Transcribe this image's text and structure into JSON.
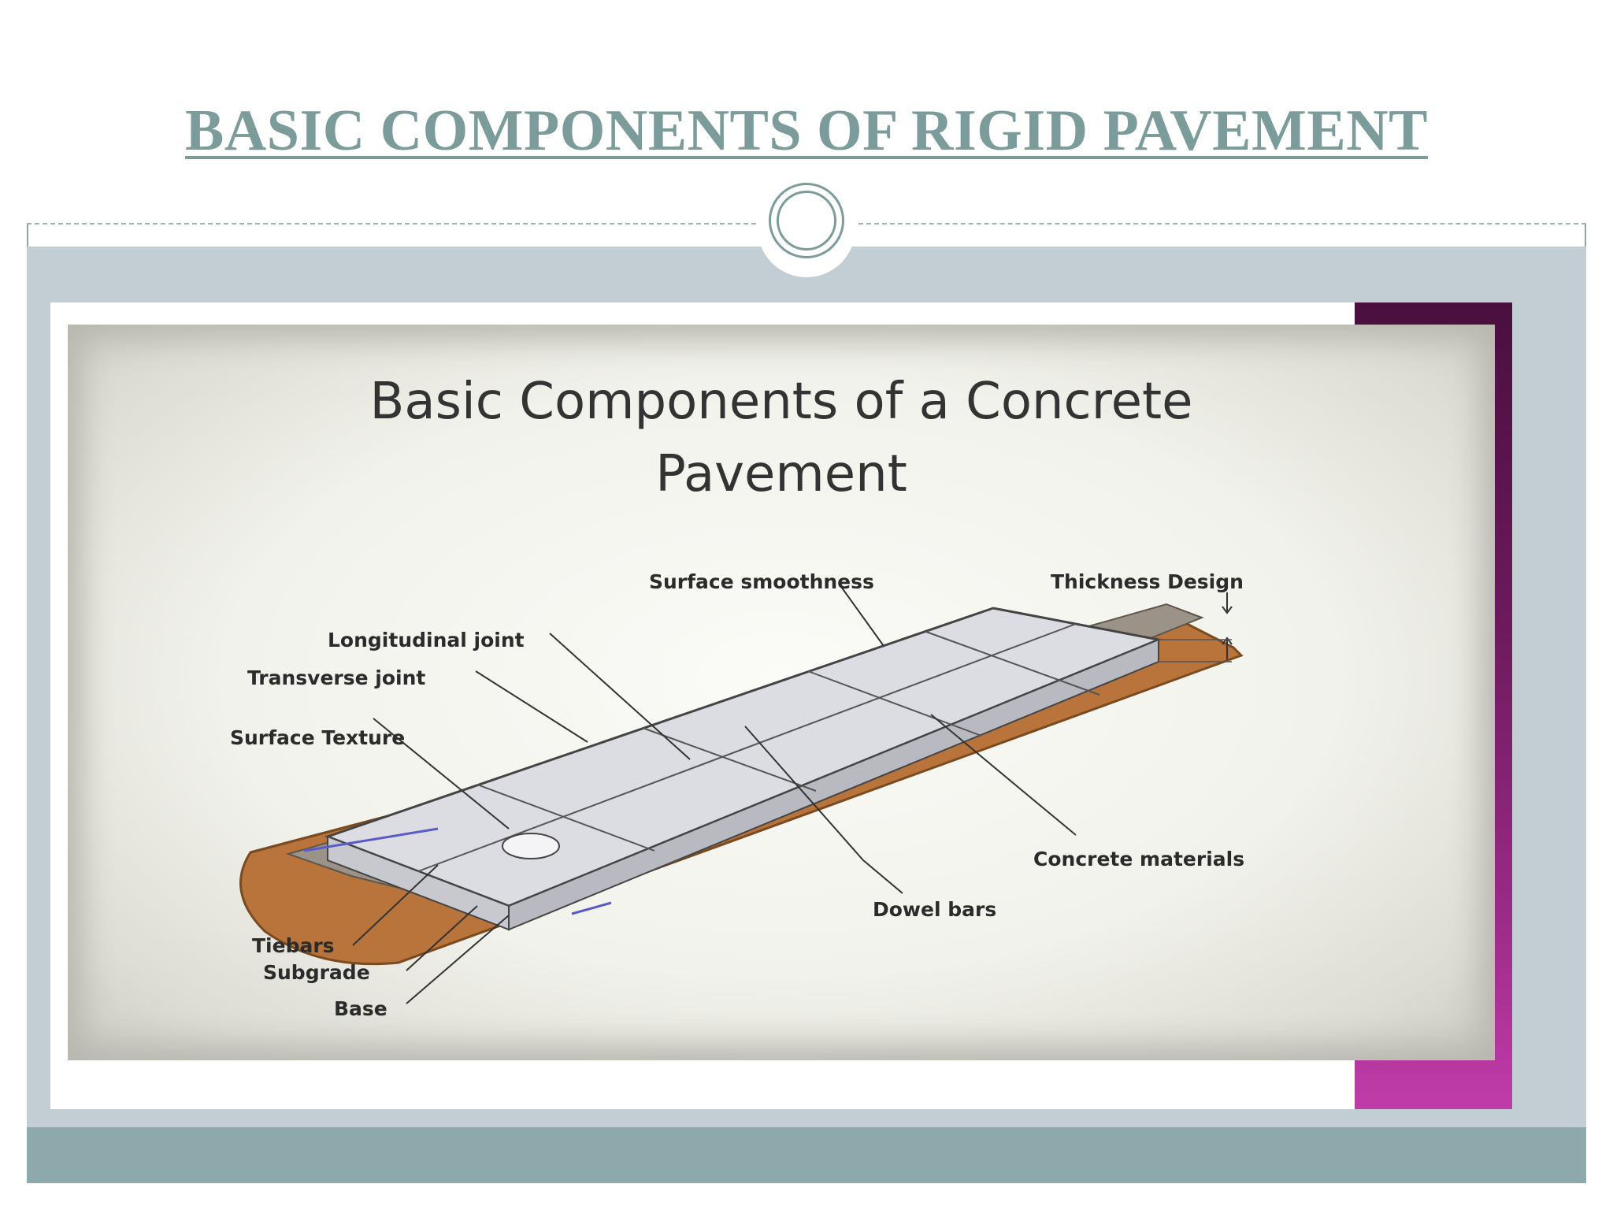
{
  "slide": {
    "title": "BASIC COMPONENTS OF RIGID PAVEMENT"
  },
  "image": {
    "title_line1": "Basic Components of a Concrete",
    "title_line2": "Pavement",
    "labels": {
      "surface_smoothness": "Surface smoothness",
      "thickness_design": "Thickness Design",
      "longitudinal_joint": "Longitudinal joint",
      "transverse_joint": "Transverse joint",
      "surface_texture": "Surface Texture",
      "concrete_materials": "Concrete materials",
      "dowel_bars": "Dowel bars",
      "tiebars": "Tiebars",
      "subgrade": "Subgrade",
      "base": "Base"
    }
  },
  "colors": {
    "title": "#7c9c9c",
    "content_band": "#c2ced4",
    "footer_band": "#8ea9ab",
    "accent_magenta": "#9a2a86",
    "subgrade_brown": "#b8743a",
    "slab_grey": "#dcdde2"
  }
}
